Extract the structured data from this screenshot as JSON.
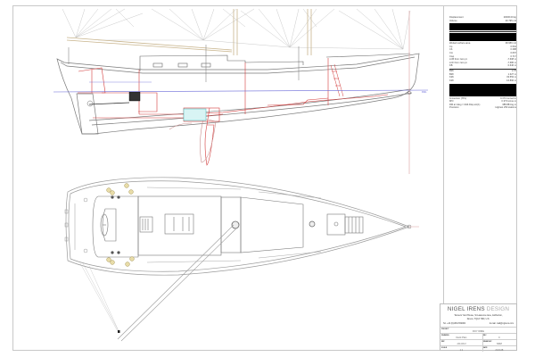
{
  "drawing": {
    "type": "yacht general arrangement",
    "views": [
      "profile",
      "deck-plan"
    ],
    "waterline_label": "DWL",
    "colors": {
      "hull_line": "#7a7a7a",
      "structure_red": "#d23c3c",
      "waterline_blue": "#6a6ad8",
      "rigging_grey": "#b4b4b4",
      "spar_tan": "#c8b48c",
      "tank_cyan": "#3cbcbc",
      "winch_yellow": "#d8cc8c",
      "frame": "#c8c8c8"
    }
  },
  "spec_panel": {
    "rows_top": [
      {
        "label": "Displacement",
        "value": "20006.00 kg"
      },
      {
        "label": "Volume",
        "value": "20.795 m3"
      }
    ],
    "rows_mid": [
      {
        "label": "Wetted surface area",
        "value": "38.956 m2"
      },
      {
        "label": "Cp",
        "value": "0.564"
      },
      {
        "label": "Cb",
        "value": "0.388"
      },
      {
        "label": "Cm",
        "value": "0.667"
      },
      {
        "label": "Cwp",
        "value": "0.717"
      },
      {
        "label": "LCB from zero pt.",
        "value": "-7.608 m"
      },
      {
        "label": "LCF from zero pt.",
        "value": "-7.686 m"
      },
      {
        "label": "KB",
        "value": "0.646 m"
      }
    ],
    "rows_lower": [
      {
        "label": "BMt",
        "value": "2.76"
      },
      {
        "label": "BMl",
        "value": "1.327 m"
      },
      {
        "label": "KMt",
        "value": "33.553 m"
      },
      {
        "label": "KMl",
        "value": "16.896 m"
      }
    ],
    "rows_bottom": [
      {
        "label": "Immersion (TPc)",
        "value": "0.373 tonne/cm"
      },
      {
        "label": "MTc",
        "value": "0.373 tonne.m"
      },
      {
        "label": "RM at 1deg = GMt.Disp.sin(1)",
        "value": "388.884 kg.m"
      },
      {
        "label": "Precision",
        "value": "Highest   250 stations"
      }
    ]
  },
  "title_block": {
    "brand_primary": "NIGEL IRENS",
    "brand_secondary": "DESIGN",
    "address_line1": "Tanners Yard House, St Lawrence lane, Ashburton,",
    "address_line2": "Devon, TQ13 7DD,  U.K.",
    "tel": "Tel. +44 (0)1364 652084",
    "email": "E-mail. mail@ngirens.com",
    "project_label": "PROJECT",
    "project_value": "ROY WIDE",
    "drawing_label": "DRAWING",
    "drawing_value": "Deck Plan",
    "rev_label": "REV",
    "rev_value": "C",
    "ref_label": "REF",
    "ref_value": "JJJJJJJJ",
    "drawn_label": "DRAWN BY",
    "drawn_value": "NDM",
    "scale_label": "SCALE",
    "scale_value": "1:1",
    "date_label": "DATE",
    "date_value": "20-8-08"
  }
}
